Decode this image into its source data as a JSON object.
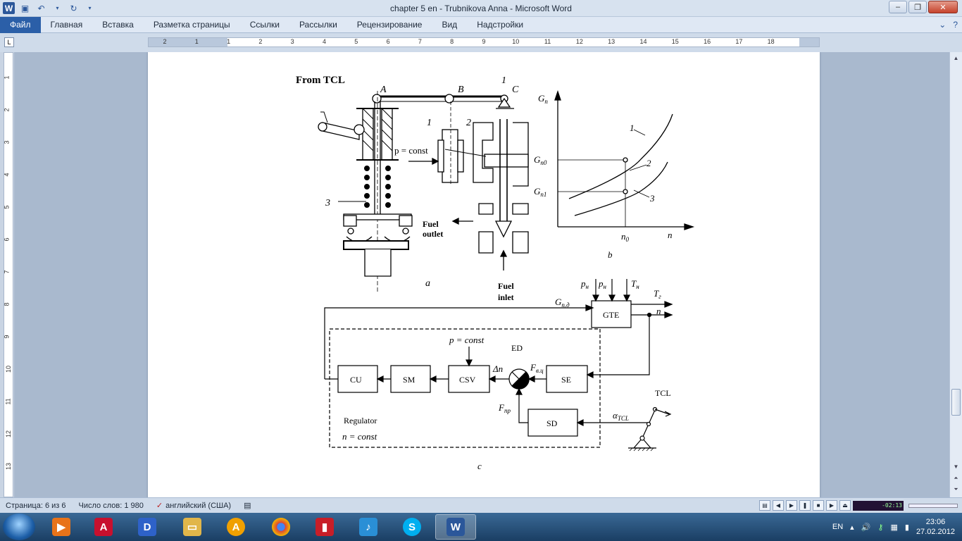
{
  "window": {
    "title": "chapter 5 en - Trubnikova Anna  -  Microsoft Word",
    "buttons": [
      "–",
      "❐",
      "✕"
    ]
  },
  "ribbon": {
    "file_tab": "Файл",
    "tabs": [
      "Главная",
      "Вставка",
      "Разметка страницы",
      "Ссылки",
      "Рассылки",
      "Рецензирование",
      "Вид",
      "Надстройки"
    ]
  },
  "ruler": {
    "numbers": [
      "2",
      "1",
      "1",
      "2",
      "3",
      "4",
      "5",
      "6",
      "7",
      "8",
      "9",
      "10",
      "11",
      "12",
      "13",
      "14",
      "15",
      "16",
      "17",
      "18"
    ],
    "vnumbers": [
      "1",
      "2",
      "3",
      "4",
      "5",
      "6",
      "7",
      "8",
      "9",
      "10",
      "11",
      "12",
      "13"
    ]
  },
  "figure": {
    "a_title": "From TCL",
    "a_points": [
      "A",
      "B",
      "C"
    ],
    "a_num1": "1",
    "a_num1b": "1",
    "a_num2": "2",
    "a_num3": "3",
    "a_pconst": "p = const",
    "fuel_outlet_1": "Fuel",
    "fuel_outlet_2": "outlet",
    "fuel_inlet_1": "Fuel",
    "fuel_inlet_2": "inlet",
    "label_a": "a",
    "b_ylabel": "G",
    "b_ysub": "п",
    "b_g0": "G",
    "b_g0sub": "п0",
    "b_g1": "G",
    "b_g1sub": "п1",
    "b_n0": "n",
    "b_n0sub": "0",
    "b_n": "n",
    "b_c1": "1",
    "b_c2": "2",
    "b_c3": "3",
    "label_b": "b",
    "c_inputs": [
      "p",
      "p",
      "T"
    ],
    "c_input_subs": [
      "н",
      "н",
      "н"
    ],
    "c_tg": "T",
    "c_tgsub": "г",
    "c_n": "n",
    "c_gpd": "G",
    "c_gpdsub": "п.д",
    "c_gte": "GTE",
    "c_pconst": "p = const",
    "c_ed": "ED",
    "c_dn": "Δn",
    "c_fv": "F",
    "c_fvsub": "в.ц",
    "c_fpr": "F",
    "c_fprsub": "пр",
    "c_cu": "CU",
    "c_sm": "SM",
    "c_csv": "CSV",
    "c_se": "SE",
    "c_sd": "SD",
    "c_tcl": "TCL",
    "c_alpha": "α",
    "c_alphasub": "TCL",
    "c_regulator": "Regulator",
    "c_nconst": "n = const",
    "label_c": "c"
  },
  "status": {
    "page": "Страница: 6 из 6",
    "words": "Число слов: 1 980",
    "lang": "английский (США)",
    "media_time": "-02:13"
  },
  "taskbar": {
    "tray_lang": "EN",
    "time": "23:06",
    "date": "27.02.2012",
    "apps": [
      "media-player",
      "autocad",
      "dash",
      "explorer",
      "aimp",
      "chrome",
      "book",
      "music",
      "skype",
      "word"
    ]
  },
  "colors": {
    "accent": "#2b579a",
    "taskbar": "#1a3e63"
  }
}
